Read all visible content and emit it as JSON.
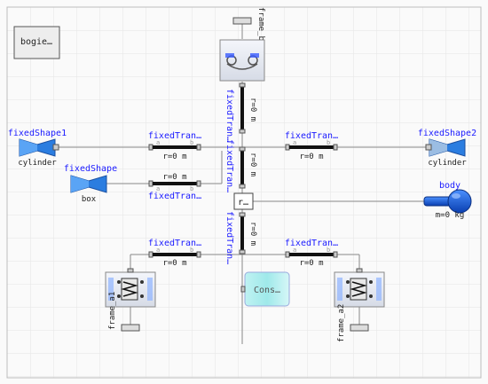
{
  "diagram": {
    "blocks": {
      "bogie": "bogie…",
      "frame_b": "frame_b",
      "fixedShape1": {
        "name": "fixedShape1",
        "shape": "cylinder"
      },
      "fixedShape2": {
        "name": "fixedShape2",
        "shape": "cylinder"
      },
      "fixedShape": {
        "name": "fixedShape",
        "shape": "box"
      },
      "fixedTran_top_left": {
        "name": "fixedTran…",
        "r": "r=0 m"
      },
      "fixedTran_top_right": {
        "name": "fixedTran…",
        "r": "r=0 m"
      },
      "fixedTran_mid_left": {
        "name": "fixedTran…",
        "r": "r=0 m"
      },
      "fixedTran_low_left": {
        "name": "fixedTran…",
        "r": "r=0 m"
      },
      "fixedTran_low_right": {
        "name": "fixedTran…",
        "r": "r=0 m"
      },
      "fixedTran_vert_upper": {
        "name": "fixedTran…",
        "r": "r=0 m"
      },
      "fixedTran_vert_mid": {
        "name": "fixedTran…",
        "r": "r=0 m"
      },
      "fixedTran_vert_low": {
        "name": "fixedTran…",
        "r": "r=0 m"
      },
      "body": {
        "name": "body",
        "m": "m=0 kg"
      },
      "r_block": "r…",
      "cons": "Cons…",
      "frame_a1": "frame_a1",
      "frame_a2": "frame_a2",
      "port_a": "a",
      "port_b": "b"
    }
  }
}
